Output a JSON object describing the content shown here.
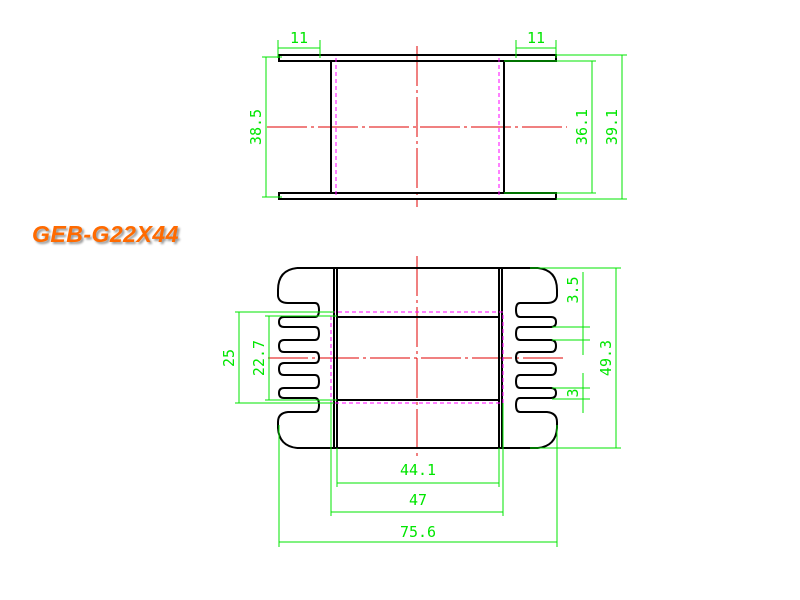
{
  "title": "GEB-G22X44",
  "colors": {
    "outline": "#000000",
    "dimension": "#00e600",
    "centerline": "#e00000",
    "hidden": "#ff00ff",
    "title": "#ff6a00"
  },
  "top_view": {
    "dims": {
      "flange_left": "11",
      "flange_right": "11",
      "height_inner": "38.5",
      "height_body": "36.1",
      "height_total": "39.1"
    }
  },
  "front_view": {
    "dims": {
      "window_outer": "25",
      "window_inner": "22.7",
      "total_height": "49.3",
      "top_margin": "3.5",
      "slot": "3",
      "body_inner": "44.1",
      "body_outer": "47",
      "total_width": "75.6"
    }
  }
}
